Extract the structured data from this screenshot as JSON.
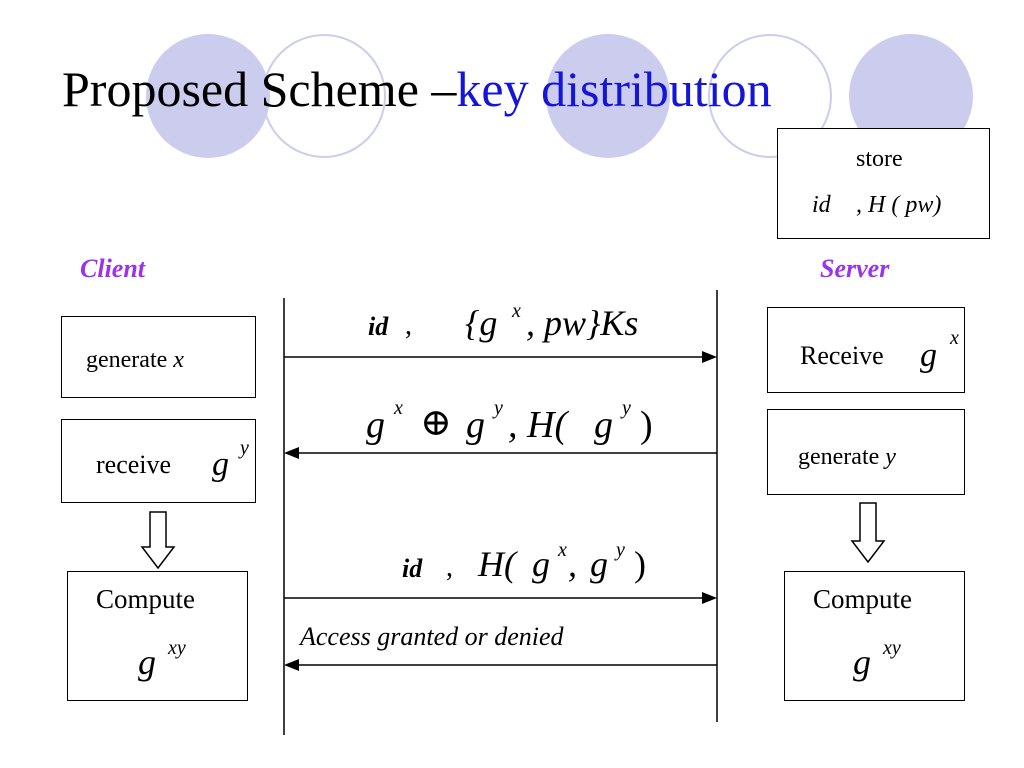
{
  "title": {
    "main": "Proposed Scheme –",
    "accent": "key distribution"
  },
  "roles": {
    "client": "Client",
    "server": "Server"
  },
  "store_box": {
    "label": "store",
    "line_id": "id",
    "line_h": ", H ( pw)"
  },
  "client_boxes": {
    "generate": {
      "text": "generate ",
      "var": "x"
    },
    "receive": {
      "text": "receive",
      "base": "g",
      "exp": "y"
    },
    "compute": {
      "label": "Compute",
      "base": "g",
      "exp": "xy"
    }
  },
  "server_boxes": {
    "receive": {
      "text": "Receive",
      "base": "g",
      "exp": "x"
    },
    "generate": {
      "text": "generate ",
      "var": "y"
    },
    "compute": {
      "label": "Compute",
      "base": "g",
      "exp": "xy"
    }
  },
  "messages": {
    "m1": {
      "id": "id",
      "comma": ",",
      "body": "{g",
      "exp": "x",
      "tail": ", pw}Ks"
    },
    "m2": {
      "g1": "g",
      "e1": "x",
      "op": "⊕",
      "g2": "g",
      "e2": "y",
      "tail1": ", H(",
      "g3": "g",
      "e3": "y",
      "close": ")"
    },
    "m3": {
      "id": "id",
      "comma": ",",
      "h": "H(",
      "g1": "g",
      "e1": "x",
      "sep": ", ",
      "g2": "g",
      "e2": "y",
      "close": ")"
    },
    "m4": {
      "text": "Access granted or denied"
    }
  },
  "colors": {
    "circle": "#ccccee",
    "accent": "#1515d8",
    "role": "#9933ee"
  },
  "icons": {
    "flow_arrow": "hollow-down-arrow-icon",
    "message_arrow": "arrowhead-icon"
  }
}
